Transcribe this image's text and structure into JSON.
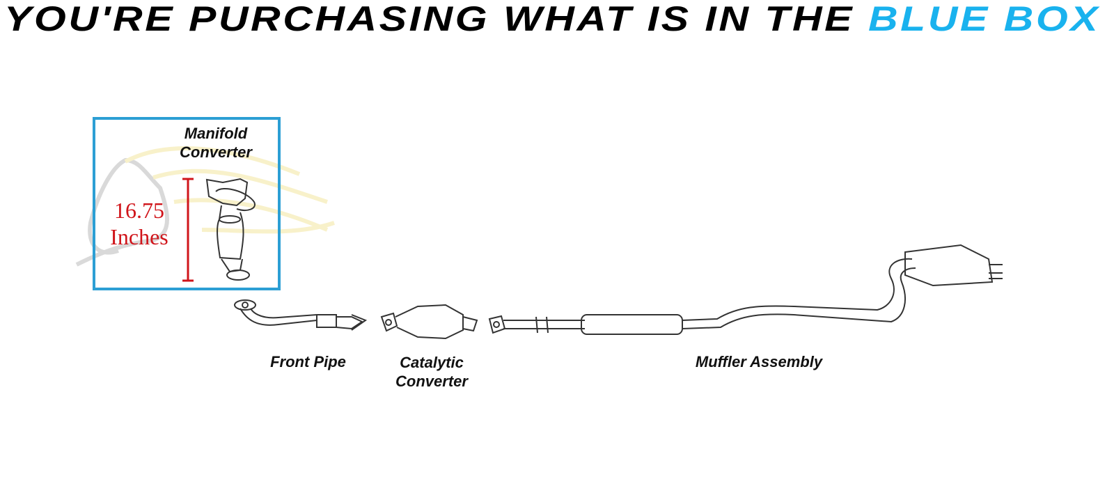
{
  "headline": {
    "prefix": "YOU'RE PURCHASING WHAT IS IN THE ",
    "highlight": "BLUE BOX"
  },
  "colors": {
    "highlight": "#19b2ee",
    "box_border": "#2c9fd4",
    "dimension": "#d0141a"
  },
  "parts": {
    "manifold_converter": {
      "line1": "Manifold",
      "line2": "Converter"
    },
    "dimension": {
      "value": "16.75",
      "unit": "Inches"
    },
    "front_pipe": "Front Pipe",
    "catalytic_converter": {
      "line1": "Catalytic",
      "line2": "Converter"
    },
    "muffler_assembly": "Muffler Assembly"
  }
}
